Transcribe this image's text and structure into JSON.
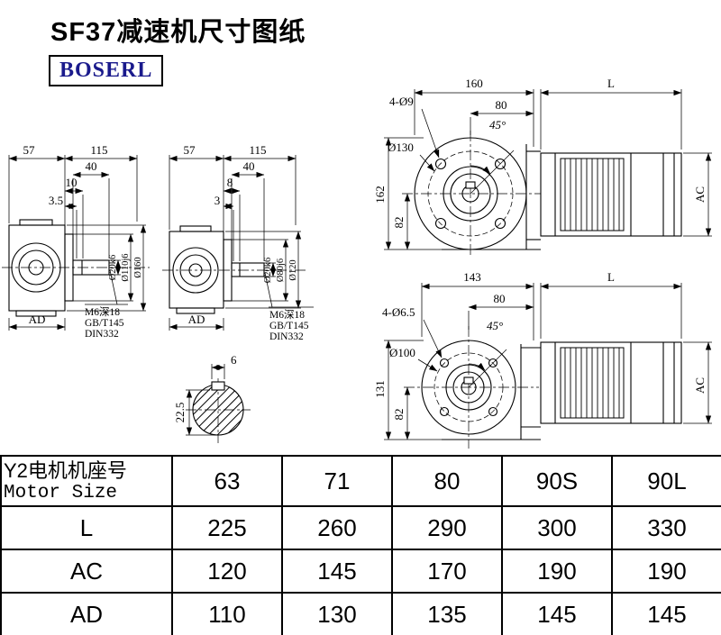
{
  "header": {
    "title": "SF37减速机尺寸图纸",
    "brand": "BOSERL",
    "brand_color": "#1a1a8c"
  },
  "view1": {
    "width": "57",
    "length": "115",
    "dim40": "40",
    "dim10": "10",
    "dim3_5": "3.5",
    "shaft_dia": "Ø20k6",
    "spigot_dia": "Ø110j6",
    "flange_dia": "Ø160",
    "ad": "AD",
    "note1": "M6深18",
    "note2": "GB/T145",
    "note3": "DIN332"
  },
  "view2": {
    "width": "57",
    "length": "115",
    "dim40": "40",
    "dim8": "8",
    "dim3": "3",
    "shaft_dia": "Ø20k6",
    "spigot_dia": "Ø80j6",
    "flange_dia": "Ø120",
    "ad": "AD",
    "note1": "M6深18",
    "note2": "GB/T145",
    "note3": "DIN332"
  },
  "view3": {
    "overall": "160",
    "l": "L",
    "half": "80",
    "holes": "4-Ø9",
    "angle": "45°",
    "bolt_circle": "Ø130",
    "height": "162",
    "center_height": "82",
    "ac": "AC"
  },
  "view4": {
    "overall": "143",
    "l": "L",
    "half": "80",
    "holes": "4-Ø6.5",
    "angle": "45°",
    "bolt_circle": "Ø100",
    "height": "131",
    "center_height": "82",
    "ac": "AC"
  },
  "shaft_section": {
    "key_width": "6",
    "key_depth": "22.5"
  },
  "table": {
    "header": {
      "line1": "Y2电机机座号",
      "line2": "Motor Size"
    },
    "sizes": [
      "63",
      "71",
      "80",
      "90S",
      "90L"
    ],
    "rows": [
      {
        "label": "L",
        "values": [
          "225",
          "260",
          "290",
          "300",
          "330"
        ]
      },
      {
        "label": "AC",
        "values": [
          "120",
          "145",
          "170",
          "190",
          "190"
        ]
      },
      {
        "label": "AD",
        "values": [
          "110",
          "130",
          "135",
          "145",
          "145"
        ]
      }
    ]
  }
}
